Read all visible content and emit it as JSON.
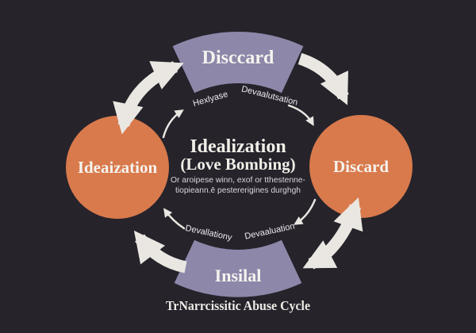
{
  "diagram": {
    "caption": "TrNarrcissitic Abuse Cycle",
    "stages": {
      "top": {
        "label": "Disccard"
      },
      "right": {
        "label": "Discard"
      },
      "bottom": {
        "label": "Insilal"
      },
      "left": {
        "label": "Ideaization"
      }
    },
    "center": {
      "title": "Idealization",
      "subtitle": "(Love Bombing)",
      "line1": "Or aroipese winn, exof or tthestenne-",
      "line2": "tiopieann.ē pestererigines durghgh"
    },
    "arrow_labels": {
      "top_left": "Hexlyase",
      "top_right": "Devaalutsation",
      "bottom_left": "Devallationy",
      "bottom_right": "Devaaluation"
    },
    "colors": {
      "background": "#26232b",
      "band": "#8d87a9",
      "circle": "#d97a4c",
      "arrow": "#eae7e2",
      "text": "#f5f3ee"
    }
  }
}
